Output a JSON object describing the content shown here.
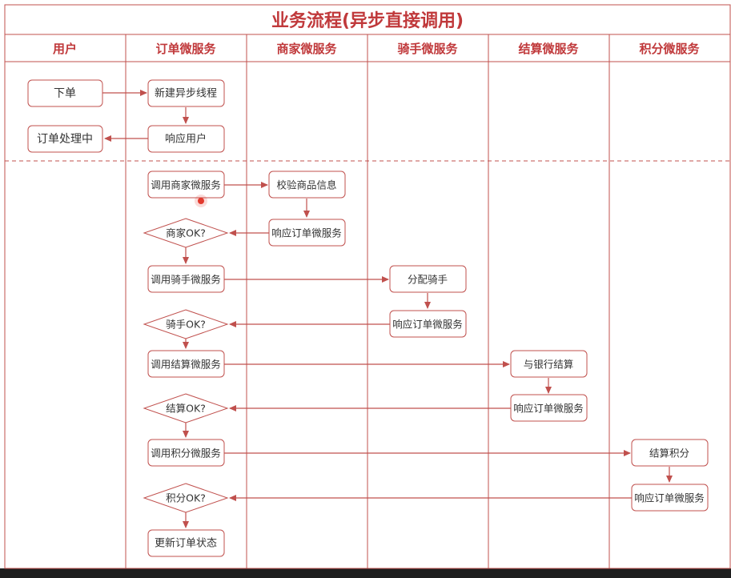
{
  "title": "业务流程(异步直接调用)",
  "colors": {
    "accent": "#c0504d",
    "title_text": "#c0393b",
    "box_border": "#c0504d",
    "text": "#333333",
    "background": "#ffffff",
    "frame": "#1e1e1e"
  },
  "lanes": [
    "用户",
    "订单微服务",
    "商家微服务",
    "骑手微服务",
    "结算微服务",
    "积分微服务"
  ],
  "nodes": {
    "place_order": "下单",
    "new_async_thread": "新建异步线程",
    "respond_user": "响应用户",
    "order_processing": "订单处理中",
    "call_merchant": "调用商家微服务",
    "verify_product": "校验商品信息",
    "merchant_reply": "响应订单微服务",
    "merchant_ok": "商家OK?",
    "call_rider": "调用骑手微服务",
    "assign_rider": "分配骑手",
    "rider_reply": "响应订单微服务",
    "rider_ok": "骑手OK?",
    "call_settlement": "调用结算微服务",
    "bank_settle": "与银行结算",
    "settlement_reply": "响应订单微服务",
    "settlement_ok": "结算OK?",
    "call_points": "调用积分微服务",
    "settle_points": "结算积分",
    "points_reply": "响应订单微服务",
    "points_ok": "积分OK?",
    "update_status": "更新订单状态"
  }
}
